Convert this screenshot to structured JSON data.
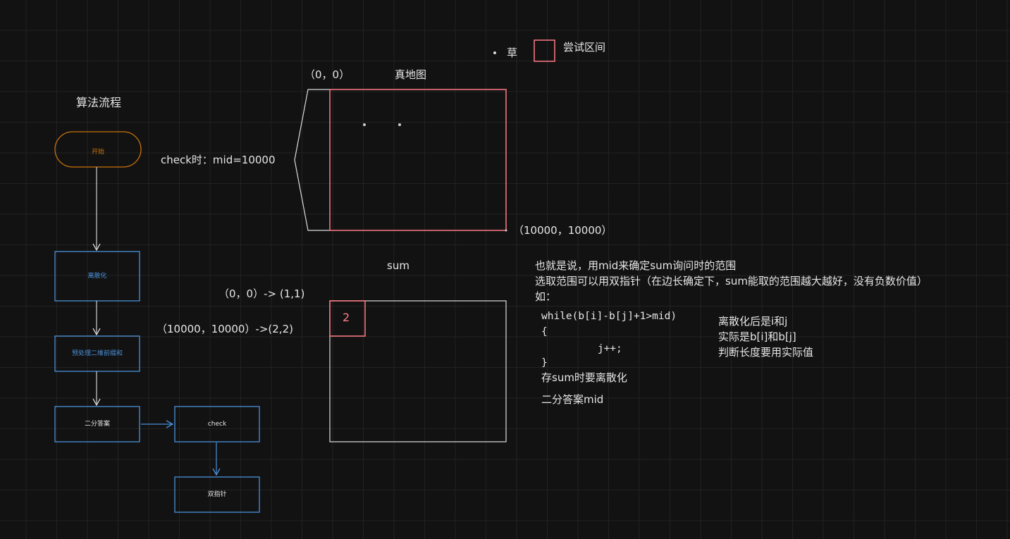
{
  "legend": {
    "grass_label": "草",
    "try_range_label": "尝试区间"
  },
  "flowchart": {
    "title": "算法流程",
    "nodes": [
      "开始",
      "离散化",
      "预处理二维前缀和",
      "二分答案",
      "check",
      "双指针"
    ]
  },
  "real_map": {
    "origin_label": "（0，0）",
    "title": "真地图",
    "corner_label": "（10000，10000）",
    "check_label": "check时：mid=10000"
  },
  "sum_map": {
    "title": "sum",
    "map1": "（0，0）-> (1,1)",
    "map2": "（10000，10000）->(2,2)",
    "cell_value": "2"
  },
  "notes": {
    "lines": [
      "也就是说，用mid来确定sum询问时的范围",
      "选取范围可以用双指针（在边长确定下，sum能取的范围越大越好，没有负数价值）",
      "如："
    ],
    "code": [
      "while(b[i]-b[j]+1>mid)",
      "{",
      "        j++;",
      "}"
    ],
    "after": [
      "存sum时要离散化",
      "二分答案mid"
    ],
    "side": [
      "离散化后是i和j",
      "实际是b[i]和b[j]",
      "判断长度要用实际值"
    ]
  },
  "colors": {
    "pink": "#ff7a85",
    "blue": "#4a90d9",
    "orange": "#c7720c",
    "white": "#e6e6e6"
  }
}
